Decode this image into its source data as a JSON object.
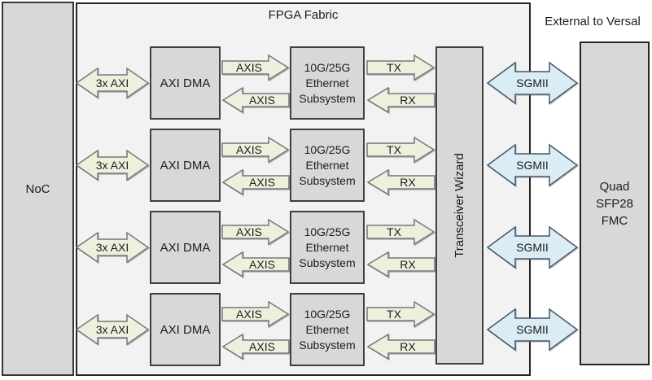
{
  "diagram_title": "FPGA Fabric",
  "external_region_label": "External to Versal",
  "noc_label": "NoC",
  "transceiver_wizard_label": "Transceiver Wizard",
  "quad_sfp": {
    "line1": "Quad",
    "line2": "SFP28",
    "line3": "FMC"
  },
  "channels": [
    {
      "noc_link": "3x AXI",
      "dma": "AXI DMA",
      "axis_tx": "AXIS",
      "axis_rx": "AXIS",
      "eth": {
        "line1": "10G/25G",
        "line2": "Ethernet",
        "line3": "Subsystem"
      },
      "tx": "TX",
      "rx": "RX",
      "sgmii": "SGMII"
    },
    {
      "noc_link": "3x AXI",
      "dma": "AXI DMA",
      "axis_tx": "AXIS",
      "axis_rx": "AXIS",
      "eth": {
        "line1": "10G/25G",
        "line2": "Ethernet",
        "line3": "Subsystem"
      },
      "tx": "TX",
      "rx": "RX",
      "sgmii": "SGMII"
    },
    {
      "noc_link": "3x AXI",
      "dma": "AXI DMA",
      "axis_tx": "AXIS",
      "axis_rx": "AXIS",
      "eth": {
        "line1": "10G/25G",
        "line2": "Ethernet",
        "line3": "Subsystem"
      },
      "tx": "TX",
      "rx": "RX",
      "sgmii": "SGMII"
    },
    {
      "noc_link": "3x AXI",
      "dma": "AXI DMA",
      "axis_tx": "AXIS",
      "axis_rx": "AXIS",
      "eth": {
        "line1": "10G/25G",
        "line2": "Ethernet",
        "line3": "Subsystem"
      },
      "tx": "TX",
      "rx": "RX",
      "sgmii": "SGMII"
    }
  ],
  "colors": {
    "block_fill": "#d8d8d8",
    "fabric_fill": "#f2f2f2",
    "arrow_green_fill": "#ecf1dd",
    "arrow_blue_fill": "#daecf4",
    "border_dark": "#3f3f3f"
  }
}
